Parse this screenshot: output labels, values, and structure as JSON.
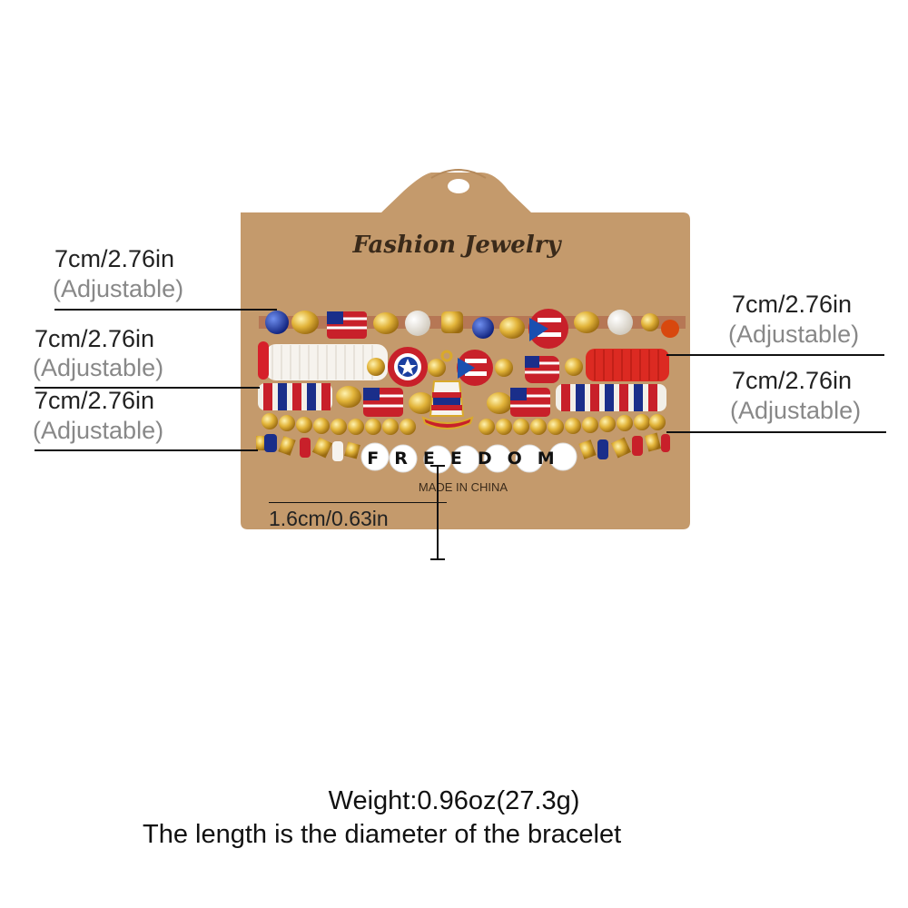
{
  "card": {
    "brand": "Fashion Jewelry",
    "origin": "MADE IN CHINA",
    "color": "#c49a6c"
  },
  "charm_word": "FREEDOM",
  "dimensions": {
    "left_1": {
      "size": "7cm/2.76in",
      "note": "(Adjustable)"
    },
    "left_2": {
      "size": "7cm/2.76in",
      "note": "(Adjustable)"
    },
    "left_3": {
      "size": "7cm/2.76in",
      "note": "(Adjustable)"
    },
    "right_1": {
      "size": "7cm/2.76in",
      "note": "(Adjustable)"
    },
    "right_2": {
      "size": "7cm/2.76in",
      "note": "(Adjustable)"
    },
    "width": "1.6cm/0.63in"
  },
  "footer": {
    "weight": "Weight:0.96oz(27.3g)",
    "note": "The length is the diameter of the bracelet"
  }
}
